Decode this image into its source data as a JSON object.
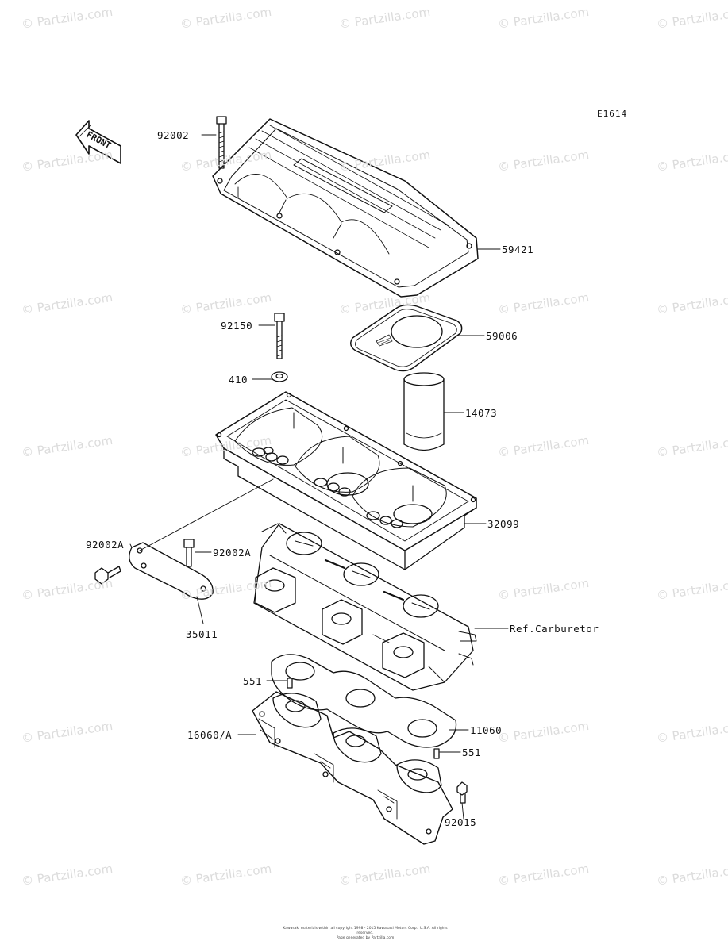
{
  "diagram_code": "E1614",
  "watermark": "© Partzilla.com",
  "front_label": "FRONT",
  "labels": {
    "p92002": "92002",
    "p59421": "59421",
    "p92150": "92150",
    "p59006": "59006",
    "p410": "410",
    "p14073": "14073",
    "p32099": "32099",
    "p92002a_left": "92002A",
    "p92002a_right": "92002A",
    "p35011": "35011",
    "ref_carb": "Ref.Carburetor",
    "p551_left": "551",
    "p11060": "11060",
    "p16060a": "16060/A",
    "p551_right": "551",
    "p92015": "92015"
  },
  "footer": {
    "line1": "Kawasaki materials within all copyright 1998 - 2015 Kawasaki Motors Corp., U.S.A. All rights reserved.",
    "line2": "Page generated by Partzilla.com"
  }
}
